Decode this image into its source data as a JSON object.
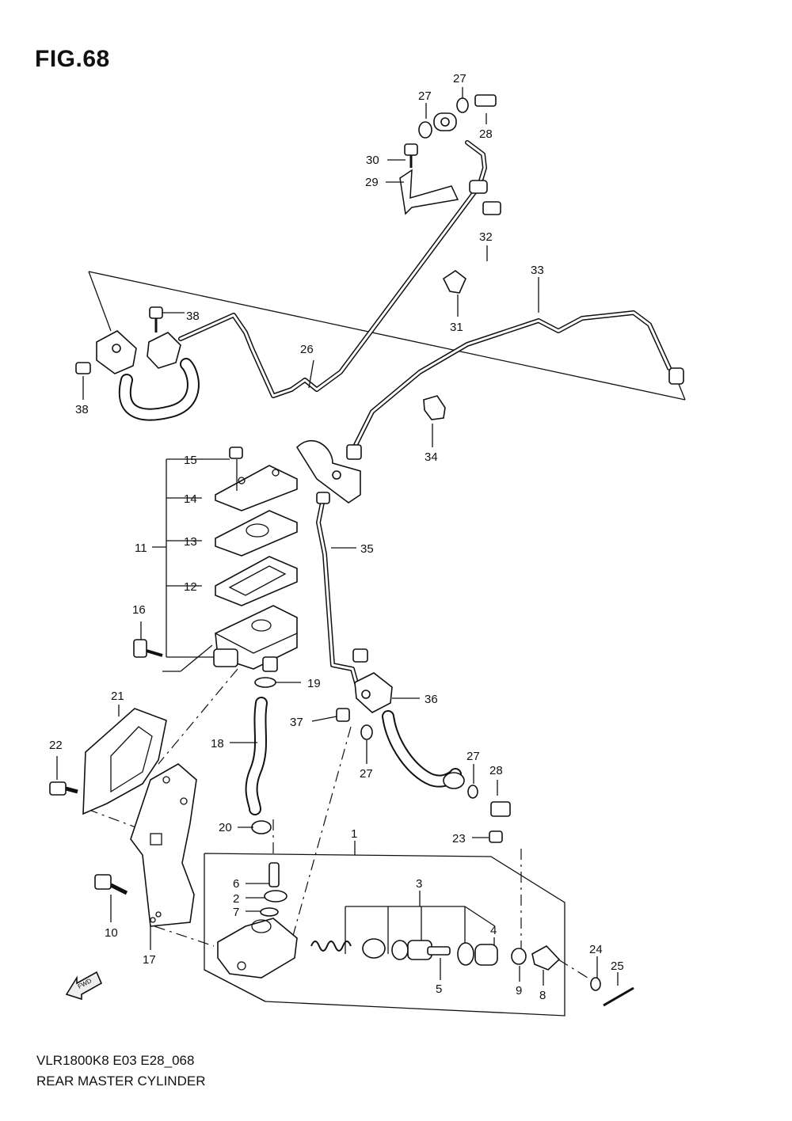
{
  "header": {
    "figure": "FIG.68"
  },
  "footer": {
    "model_code": "VLR1800K8 E03 E28_068",
    "title": "REAR MASTER CYLINDER"
  },
  "fwd_label": "FWD",
  "labels": [
    "1",
    "2",
    "3",
    "4",
    "5",
    "6",
    "7",
    "8",
    "9",
    "10",
    "11",
    "12",
    "13",
    "14",
    "15",
    "16",
    "17",
    "18",
    "19",
    "20",
    "21",
    "22",
    "23",
    "24",
    "25",
    "26",
    "27",
    "27",
    "27",
    "27",
    "28",
    "28",
    "29",
    "30",
    "31",
    "32",
    "33",
    "34",
    "35",
    "36",
    "37",
    "38",
    "38"
  ]
}
